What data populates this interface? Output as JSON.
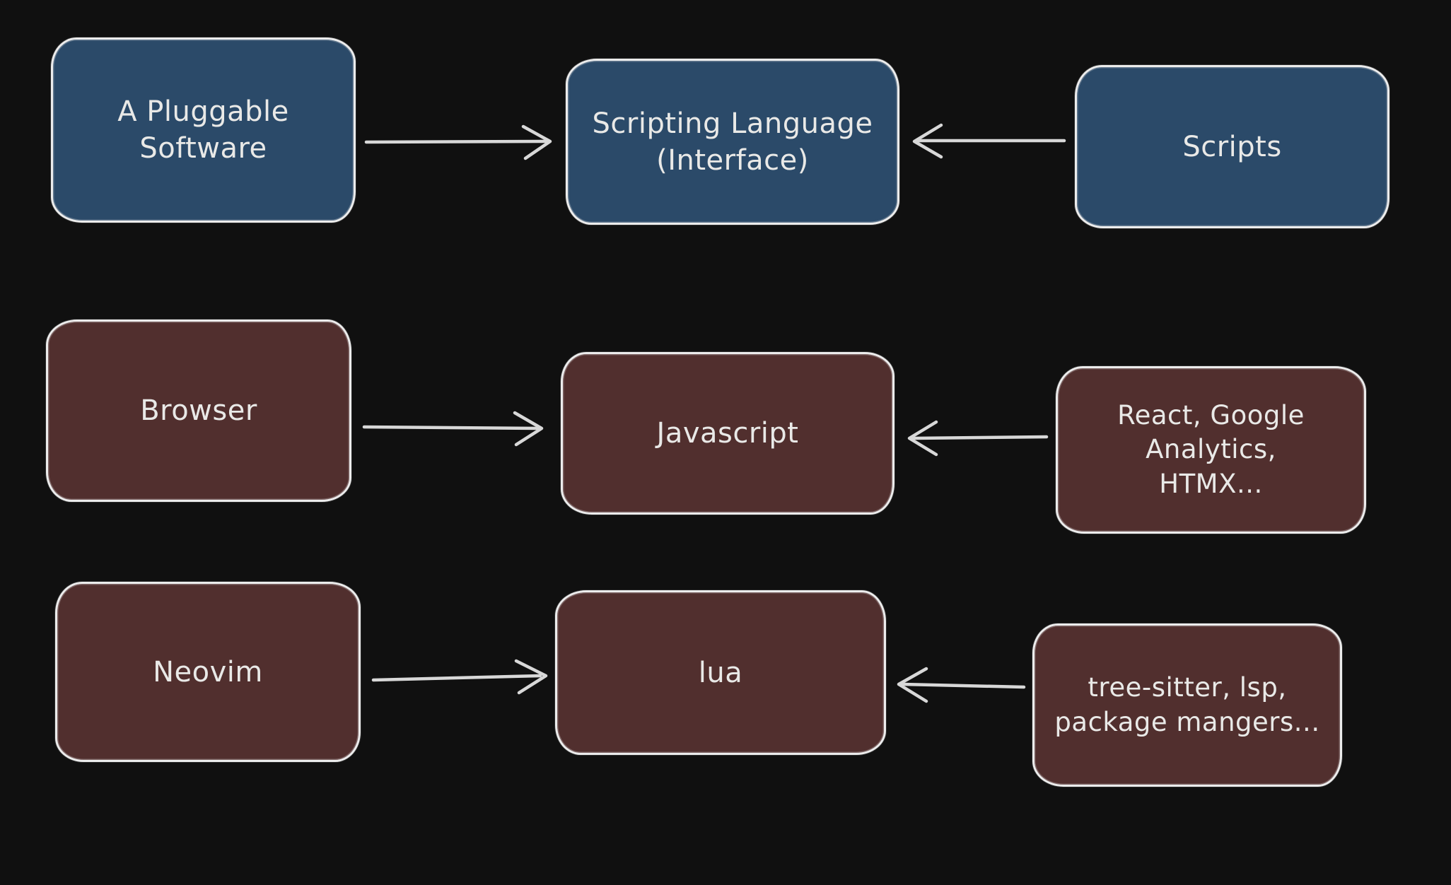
{
  "diagram": {
    "description": "Flow diagram comparing a pluggable software with a scripting language interface to Browser/Javascript and Neovim/lua ecosystems",
    "colors": {
      "background": "#101010",
      "blue_box_fill": "#2b4a69",
      "maroon_box_fill": "#512f2e",
      "box_border": "#ececec",
      "text": "#e9e9e7",
      "arrow": "#d8d8d8"
    },
    "nodes": [
      {
        "id": "pluggable-software",
        "label": "A Pluggable\nSoftware",
        "color": "blue"
      },
      {
        "id": "scripting-language",
        "label": "Scripting Language\n(Interface)",
        "color": "blue"
      },
      {
        "id": "scripts",
        "label": "Scripts",
        "color": "blue"
      },
      {
        "id": "browser",
        "label": "Browser",
        "color": "maroon"
      },
      {
        "id": "javascript",
        "label": "Javascript",
        "color": "maroon"
      },
      {
        "id": "web-libraries",
        "label": "React, Google\nAnalytics,\nHTMX...",
        "color": "maroon"
      },
      {
        "id": "neovim",
        "label": "Neovim",
        "color": "maroon"
      },
      {
        "id": "lua",
        "label": "lua",
        "color": "maroon"
      },
      {
        "id": "neovim-tools",
        "label": "tree-sitter, lsp,\npackage mangers...",
        "color": "maroon"
      }
    ],
    "edges": [
      {
        "from": "pluggable-software",
        "to": "scripting-language"
      },
      {
        "from": "scripts",
        "to": "scripting-language"
      },
      {
        "from": "browser",
        "to": "javascript"
      },
      {
        "from": "web-libraries",
        "to": "javascript"
      },
      {
        "from": "neovim",
        "to": "lua"
      },
      {
        "from": "neovim-tools",
        "to": "lua"
      }
    ]
  }
}
